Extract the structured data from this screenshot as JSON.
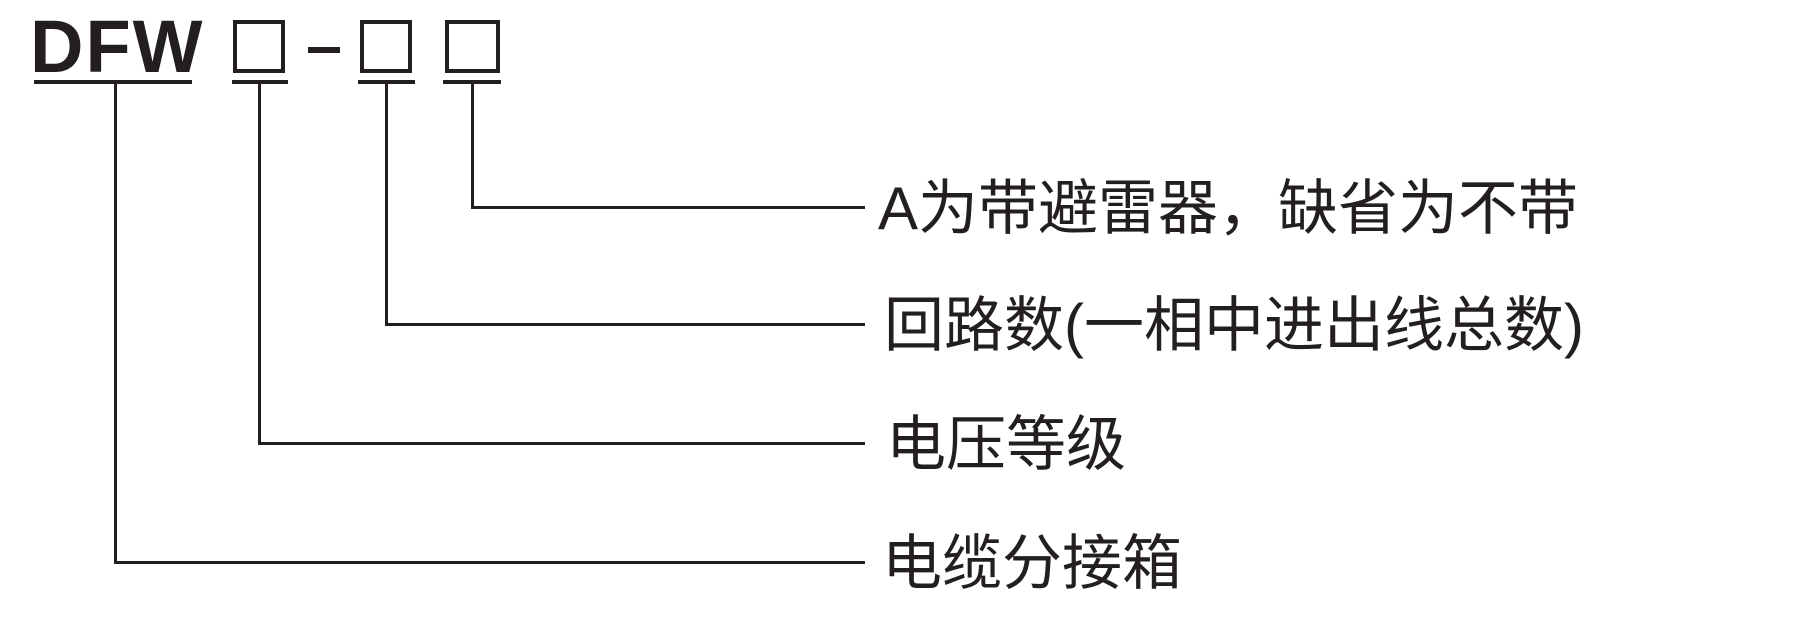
{
  "diagram": {
    "code": {
      "prefix": "DFW",
      "separator": "–"
    },
    "labels": {
      "arrester": "A为带避雷器，缺省为不带",
      "circuits": "回路数(一相中进出线总数)",
      "voltage": "电压等级",
      "cable_box": "电缆分接箱"
    },
    "colors": {
      "ink": "#231f20",
      "background": "#ffffff"
    }
  }
}
